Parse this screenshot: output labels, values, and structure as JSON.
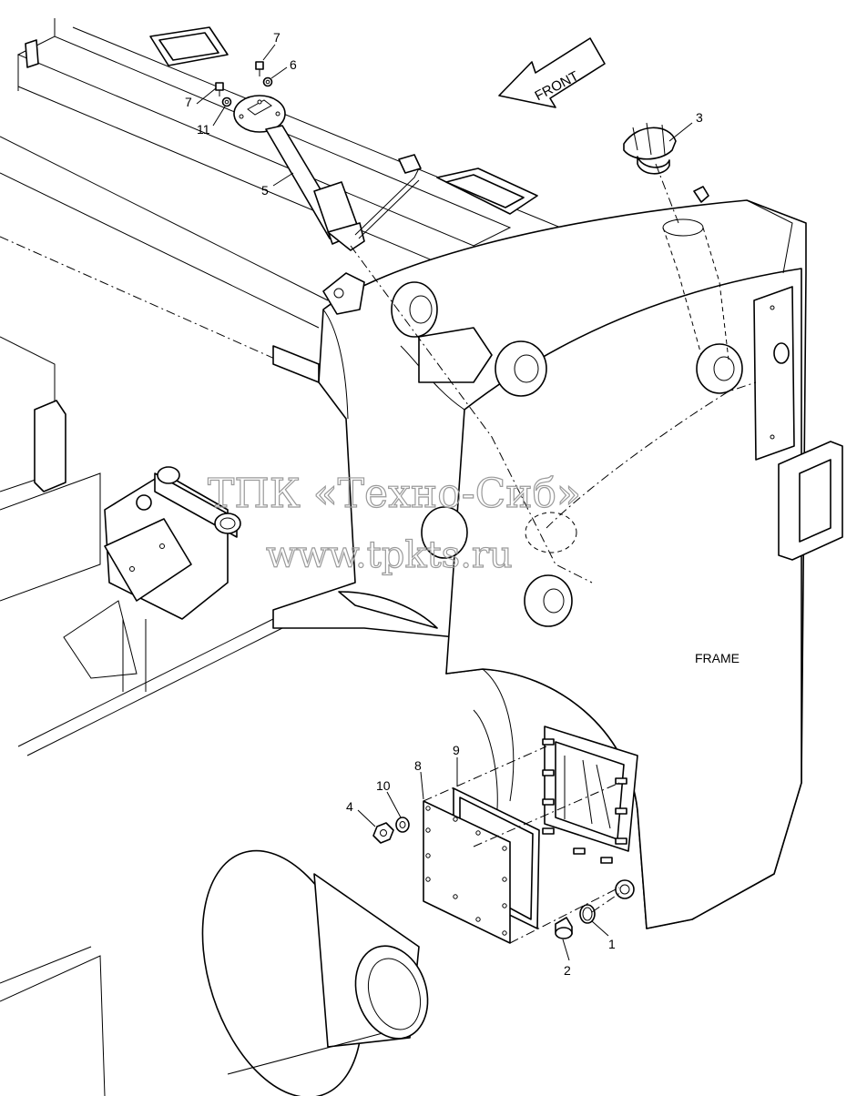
{
  "diagram": {
    "frame_label": "FRAME",
    "front_label": "FRONT",
    "callouts": {
      "c1": "1",
      "c2": "2",
      "c3": "3",
      "c4": "4",
      "c5": "5",
      "c6": "6",
      "c7a": "7",
      "c7b": "7",
      "c8": "8",
      "c9": "9",
      "c10": "10",
      "c11": "11"
    },
    "watermark": {
      "line1": "ТПК «Техно-Сиб»",
      "line2": "www.tpkts.ru"
    }
  }
}
